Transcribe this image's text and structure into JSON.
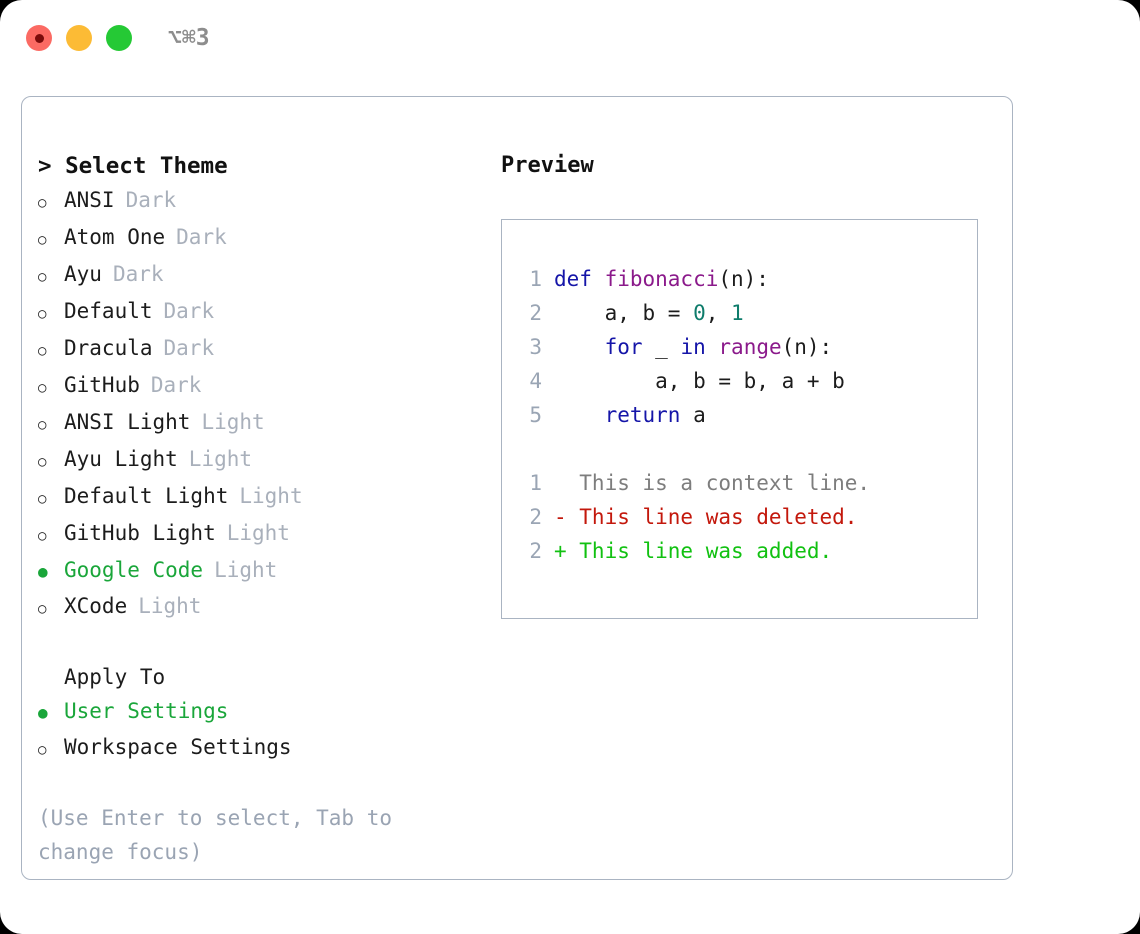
{
  "titlebar": {
    "shortcut": "⌥⌘3",
    "buttons": [
      {
        "name": "close",
        "color": "#fb6a63"
      },
      {
        "name": "minimize",
        "color": "#fcbb35"
      },
      {
        "name": "maximize",
        "color": "#25c935"
      }
    ]
  },
  "theme_picker": {
    "header": "> Select Theme",
    "marker_selected": "●",
    "marker_unselected": "○",
    "accent_color": "#1aa63a",
    "items": [
      {
        "label": "ANSI",
        "suffix": "Dark",
        "selected": false
      },
      {
        "label": "Atom One",
        "suffix": "Dark",
        "selected": false
      },
      {
        "label": "Ayu",
        "suffix": "Dark",
        "selected": false
      },
      {
        "label": "Default",
        "suffix": "Dark",
        "selected": false
      },
      {
        "label": "Dracula",
        "suffix": "Dark",
        "selected": false
      },
      {
        "label": "GitHub",
        "suffix": "Dark",
        "selected": false
      },
      {
        "label": "ANSI Light",
        "suffix": "Light",
        "selected": false
      },
      {
        "label": "Ayu Light",
        "suffix": "Light",
        "selected": false
      },
      {
        "label": "Default Light",
        "suffix": "Light",
        "selected": false
      },
      {
        "label": "GitHub Light",
        "suffix": "Light",
        "selected": false
      },
      {
        "label": "Google Code",
        "suffix": "Light",
        "selected": true
      },
      {
        "label": "XCode",
        "suffix": "Light",
        "selected": false
      }
    ]
  },
  "apply_to": {
    "header": "Apply To",
    "items": [
      {
        "label": "User Settings",
        "selected": true
      },
      {
        "label": "Workspace Settings",
        "selected": false
      }
    ]
  },
  "hint": "(Use Enter to select, Tab to change focus)",
  "preview": {
    "title": "Preview",
    "code_lines": [
      {
        "num": "1",
        "tokens": [
          {
            "text": "def ",
            "cls": "t-kw"
          },
          {
            "text": "fibonacci",
            "cls": "t-fn"
          },
          {
            "text": "(n):",
            "cls": "t-plain"
          }
        ]
      },
      {
        "num": "2",
        "tokens": [
          {
            "text": "    a, b = ",
            "cls": "t-plain"
          },
          {
            "text": "0",
            "cls": "t-num"
          },
          {
            "text": ", ",
            "cls": "t-plain"
          },
          {
            "text": "1",
            "cls": "t-num"
          }
        ]
      },
      {
        "num": "3",
        "tokens": [
          {
            "text": "    ",
            "cls": "t-plain"
          },
          {
            "text": "for",
            "cls": "t-kw"
          },
          {
            "text": " _ ",
            "cls": "t-plain"
          },
          {
            "text": "in",
            "cls": "t-kw"
          },
          {
            "text": " ",
            "cls": "t-plain"
          },
          {
            "text": "range",
            "cls": "t-fn"
          },
          {
            "text": "(n):",
            "cls": "t-plain"
          }
        ]
      },
      {
        "num": "4",
        "tokens": [
          {
            "text": "        a, b = b, a + b",
            "cls": "t-plain"
          }
        ]
      },
      {
        "num": "5",
        "tokens": [
          {
            "text": "    ",
            "cls": "t-plain"
          },
          {
            "text": "return",
            "cls": "t-kw"
          },
          {
            "text": " a",
            "cls": "t-plain"
          }
        ]
      }
    ],
    "diff_lines": [
      {
        "num": "1",
        "tokens": [
          {
            "text": "  This is a context line.",
            "cls": "t-ctx"
          }
        ]
      },
      {
        "num": "2",
        "tokens": [
          {
            "text": "- This line was deleted.",
            "cls": "t-del"
          }
        ]
      },
      {
        "num": "2",
        "tokens": [
          {
            "text": "+ This line was added.",
            "cls": "t-add"
          }
        ]
      }
    ]
  }
}
